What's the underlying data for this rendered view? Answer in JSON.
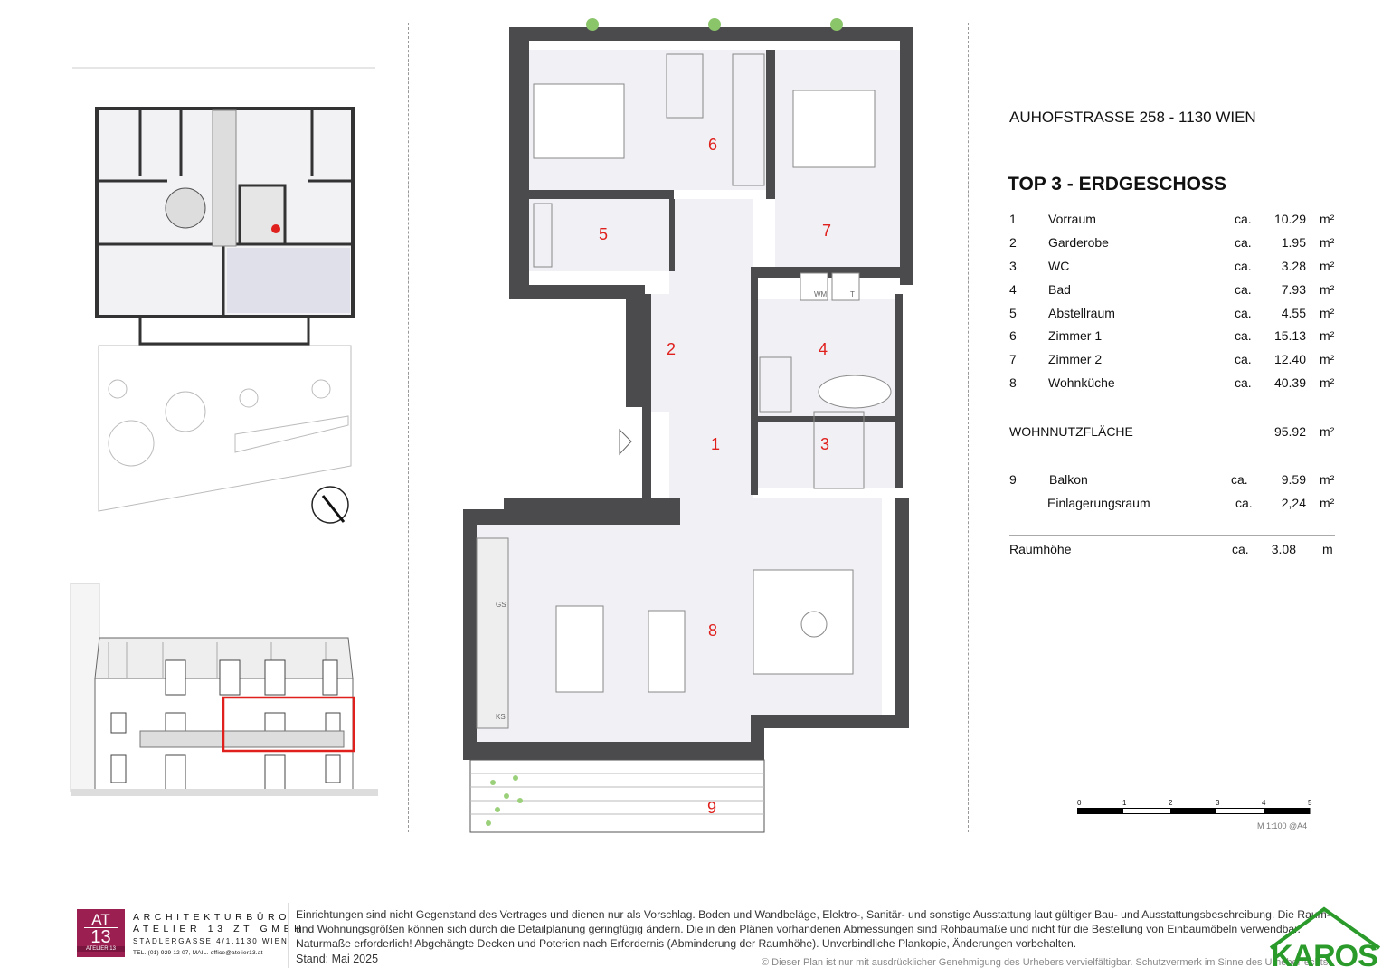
{
  "header": {
    "address": "AUHOFSTRASSE 258 - 1130 WIEN",
    "unit_title": "TOP 3  - ERDGESCHOSS"
  },
  "rooms": [
    {
      "num": "1",
      "name": "Vorraum",
      "ca": "ca.",
      "area": "10.29",
      "unit": "m²"
    },
    {
      "num": "2",
      "name": "Garderobe",
      "ca": "ca.",
      "area": "1.95",
      "unit": "m²"
    },
    {
      "num": "3",
      "name": "WC",
      "ca": "ca.",
      "area": "3.28",
      "unit": "m²"
    },
    {
      "num": "4",
      "name": "Bad",
      "ca": "ca.",
      "area": "7.93",
      "unit": "m²"
    },
    {
      "num": "5",
      "name": "Abstellraum",
      "ca": "ca.",
      "area": "4.55",
      "unit": "m²"
    },
    {
      "num": "6",
      "name": "Zimmer 1",
      "ca": "ca.",
      "area": "15.13",
      "unit": "m²"
    },
    {
      "num": "7",
      "name": "Zimmer 2",
      "ca": "ca.",
      "area": "12.40",
      "unit": "m²"
    },
    {
      "num": "8",
      "name": "Wohnküche",
      "ca": "ca.",
      "area": "40.39",
      "unit": "m²"
    }
  ],
  "total": {
    "label": "WOHNNUTZFLÄCHE",
    "area": "95.92",
    "unit": "m²"
  },
  "extras": [
    {
      "num": "9",
      "name": "Balkon",
      "ca": "ca.",
      "area": "9.59",
      "unit": "m²"
    },
    {
      "num": "",
      "name": "Einlagerungsraum",
      "ca": "ca.",
      "area": "2,24",
      "unit": "m²"
    }
  ],
  "height": {
    "label": "Raumhöhe",
    "ca": "ca.",
    "value": "3.08",
    "unit": "m"
  },
  "plan_labels": {
    "wm": "WM",
    "t": "T",
    "gs": "GS",
    "ks": "KS"
  },
  "scale": {
    "ticks": [
      "0",
      "1",
      "2",
      "3",
      "4",
      "5"
    ],
    "label": "M 1:100 @A4"
  },
  "footer": {
    "logo_top": "AT",
    "logo_num": "13",
    "logo_sub": "ATELIER 13",
    "firm_line1": "ARCHITEKTURBÜRO",
    "firm_line2": "ATELIER 13 ZT GMBH",
    "firm_address": "STADLERGASSE 4/1,1130 WIEN",
    "firm_contact": "TEL. (01) 929 12 07, MAIL. office@atelier13.at",
    "disclaimer": "Einrichtungen sind nicht Gegenstand des Vertrages und dienen nur als Vorschlag. Boden und Wandbeläge, Elektro-, Sanitär- und sonstige Ausstattung laut gültiger Bau- und Ausstattungsbeschreibung. Die Raum- und Wohnungsgrößen können sich durch die Detailplanung geringfügig ändern. Die in den Plänen vorhandenen Abmessungen sind Rohbaumaße und nicht für die Bestellung von Einbaumöbeln verwendbar. Naturmaße erforderlich! Abgehängte Decken und Poterien nach Erfordernis (Abminderung der Raumhöhe). Unverbindliche Plankopie, Änderungen vorbehalten.",
    "stand": "Stand:  Mai 2025",
    "copyright": "© Dieser Plan ist nur mit ausdrücklicher Genehmigung des Urhebers vervielfältigbar. Schutzvermerk im Sinne des Urheberrechts.",
    "brand": "KAROS"
  },
  "colors": {
    "wall": "#4b4b4d",
    "room_fill": "#f0f0f5",
    "label": "#e0201c",
    "brand_green": "#2a9a2a",
    "atelier": "#9c1f52"
  }
}
